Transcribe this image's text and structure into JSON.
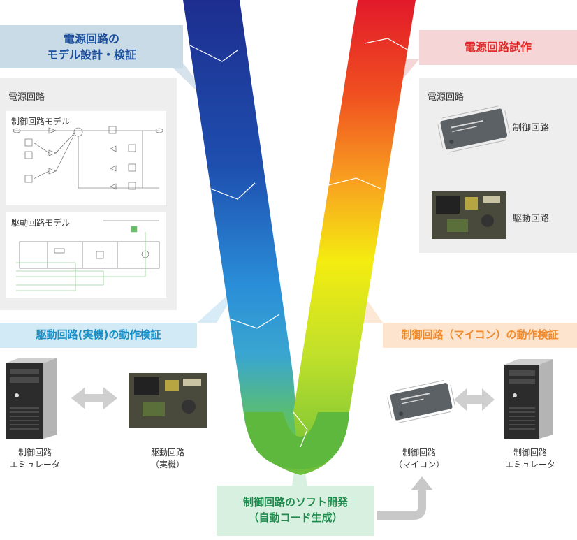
{
  "top_left_banner": "電源回路の\nモデル設計・検証",
  "top_right_banner": "電源回路試作",
  "left_panel": {
    "title": "電源回路",
    "control_model": "制御回路モデル",
    "drive_model": "駆動回路モデル"
  },
  "right_panel": {
    "title": "電源回路",
    "control_label": "制御回路",
    "drive_label": "駆動回路"
  },
  "mid_left_banner": "駆動回路(実機)の動作検証",
  "mid_right_banner": "制御回路（マイコン）の動作検証",
  "bottom_left": {
    "emulator_caption": "制御回路\nエミュレータ",
    "drive_caption": "駆動回路\n（実機）"
  },
  "bottom_right": {
    "mcu_caption": "制御回路\n（マイコン）",
    "emulator_caption": "制御回路\nエミュレータ"
  },
  "bottom_banner": "制御回路のソフト開発\n（自動コード生成）",
  "colors": {
    "blue_banner_bg": "#c9dbe6",
    "blue_banner_text": "#1c4f9c",
    "red_banner_bg": "#f6d5d6",
    "red_banner_text": "#e02a2a",
    "light_blue_banner_bg": "#d2eaf5",
    "light_blue_banner_text": "#1a8fc6",
    "orange_banner_bg": "#fce4cf",
    "orange_banner_text": "#ef8a2c",
    "green_banner_bg": "#d8f0df",
    "green_banner_text": "#1f8a4d"
  }
}
